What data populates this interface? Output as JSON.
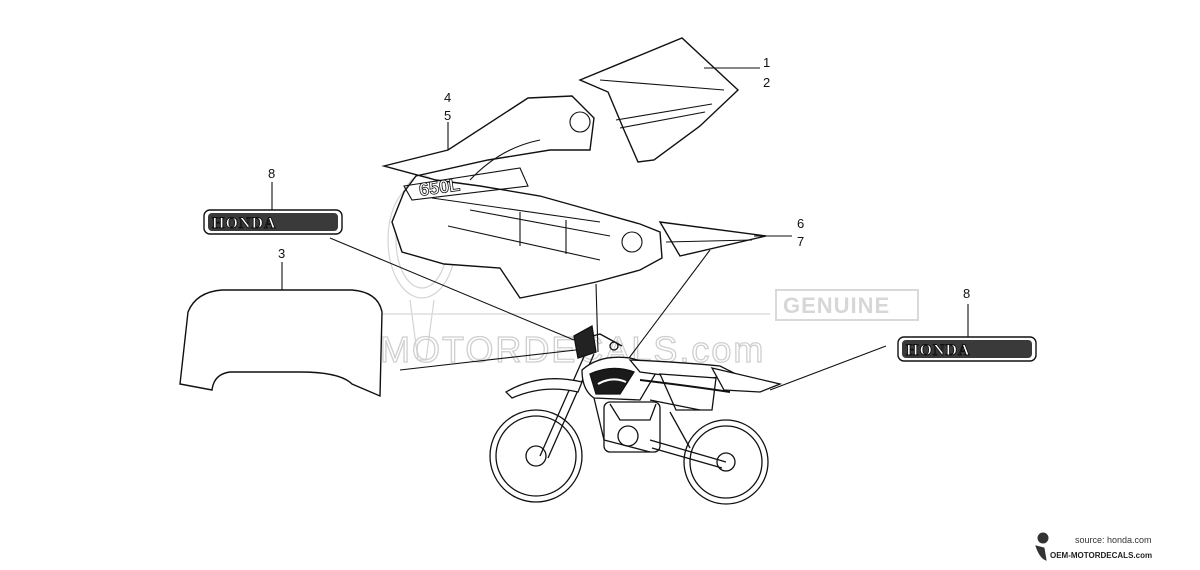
{
  "callouts": {
    "c1": "1",
    "c2": "2",
    "c3": "3",
    "c4": "4",
    "c5": "5",
    "c6": "6",
    "c7": "7",
    "c8a": "8",
    "c8b": "8"
  },
  "emblems": {
    "left": "HONDA",
    "right": "HONDA"
  },
  "watermark": {
    "genuine": "GENUINE",
    "site": "OEM-MOTORDECALS.com"
  },
  "footer": {
    "source": "source: honda.com",
    "brand": "OEM-MOTORDECALS.com"
  },
  "colors": {
    "line": "#111111",
    "watermark": "#cfcfcf",
    "background": "#ffffff"
  }
}
